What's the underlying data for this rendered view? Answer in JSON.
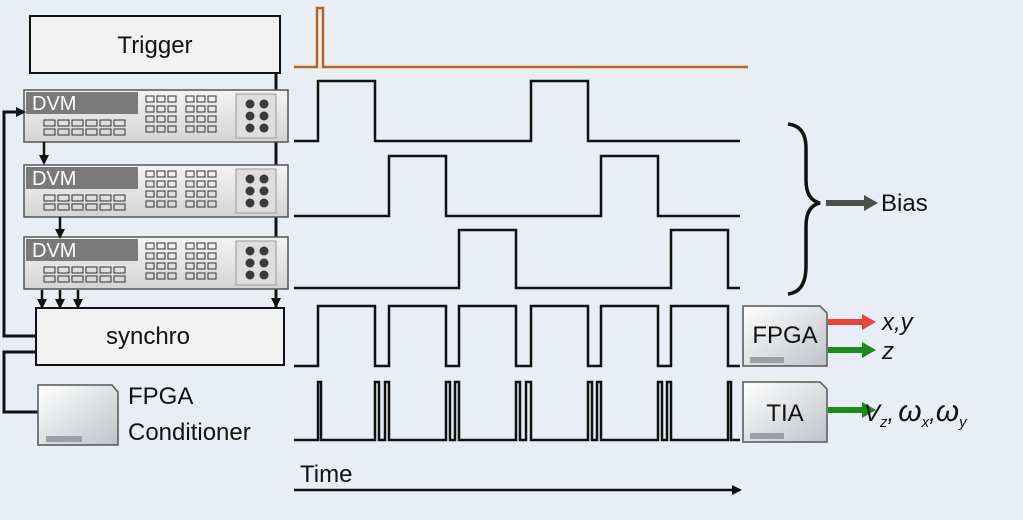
{
  "diagram": {
    "trigger": {
      "label": "Trigger"
    },
    "instruments": [
      {
        "label": "DVM"
      },
      {
        "label": "DVM"
      },
      {
        "label": "DVM"
      }
    ],
    "synchro": {
      "label": "synchro"
    },
    "conditioner": {
      "line1": "FPGA",
      "line2": "Conditioner"
    },
    "bias": {
      "label": "Bias"
    },
    "fpga_card": {
      "label": "FPGA",
      "out_xy": "x,y",
      "out_z": "z"
    },
    "tia_card": {
      "label": "TIA",
      "out_v": "V",
      "out_v_sub": "z",
      "out_sep": ",",
      "out_w": "ω",
      "out_w_sub_x": "x",
      "out_w_sub_y": "y"
    },
    "time_axis": {
      "label": "Time"
    }
  },
  "colors": {
    "background": "#e9eef6",
    "trigger_signal": "#b5651d",
    "red_arrow": "#e8463a",
    "green_arrow": "#1c8a1c",
    "bias_arrow": "#4d4d4d"
  }
}
